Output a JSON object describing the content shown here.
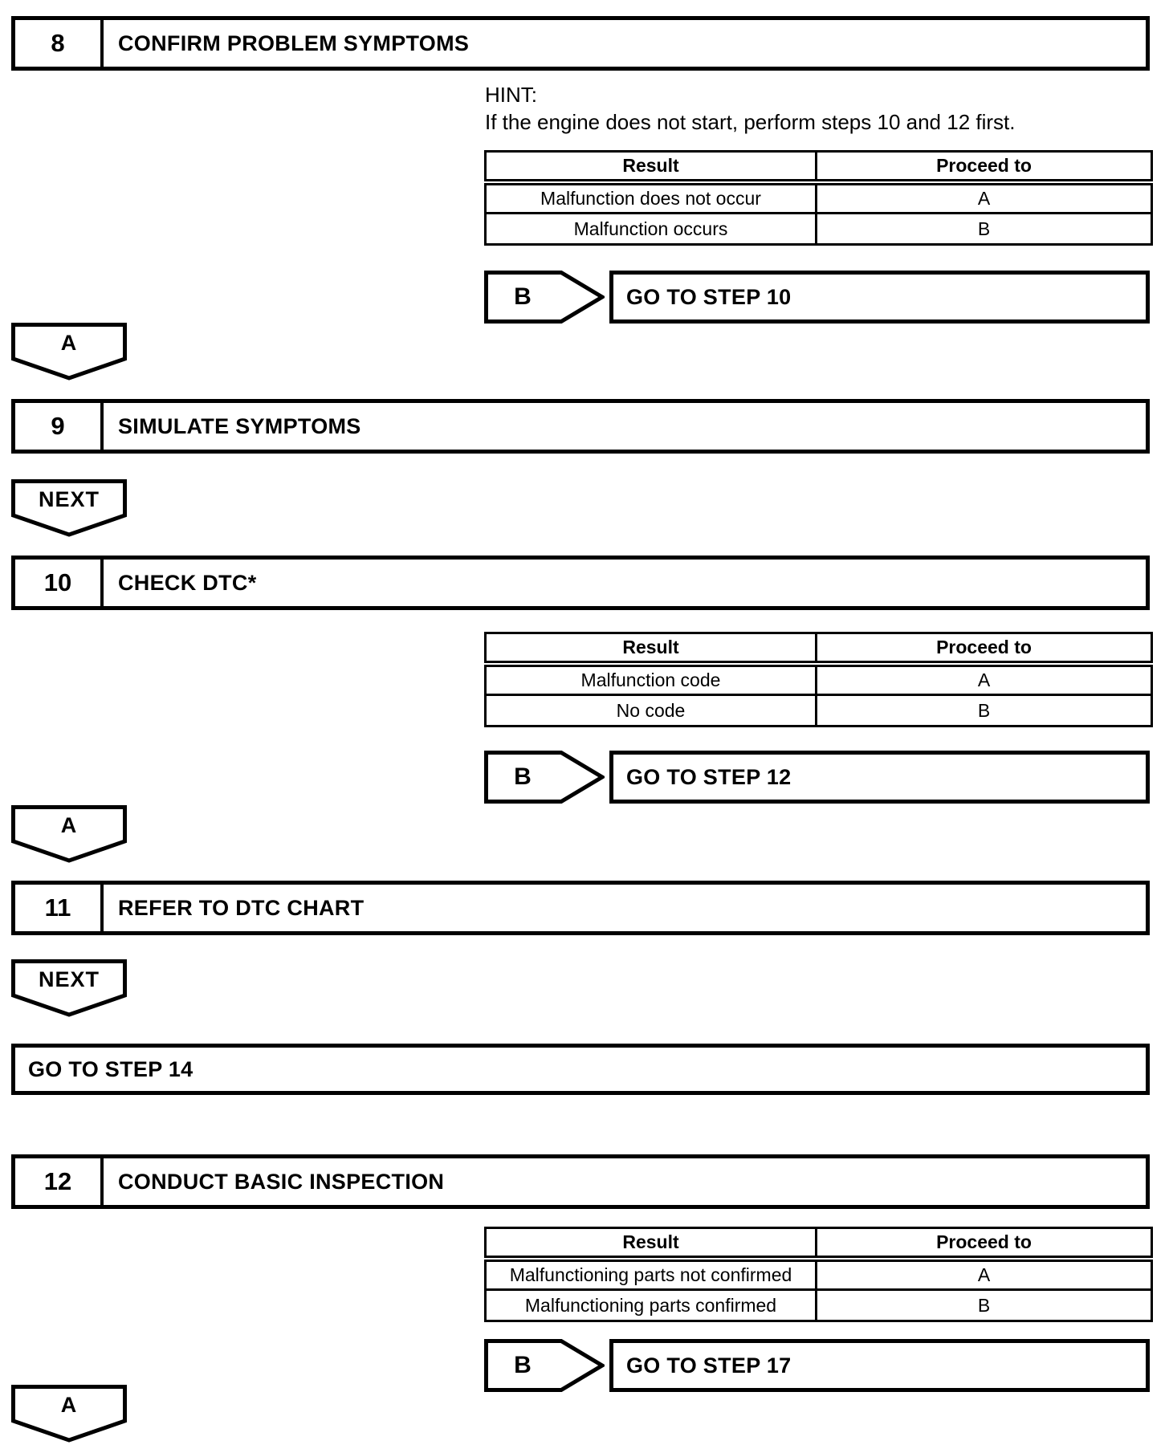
{
  "colors": {
    "ink": "#000000",
    "paper": "#ffffff"
  },
  "doc": {
    "hint_label": "HINT:",
    "hint_text": "If the engine does not start, perform steps 10 and 12 first."
  },
  "labels": {
    "result_header": "Result",
    "proceed_header": "Proceed to"
  },
  "steps": [
    {
      "number": "8",
      "title": "CONFIRM PROBLEM SYMPTOMS"
    },
    {
      "number": "9",
      "title": "SIMULATE SYMPTOMS"
    },
    {
      "number": "10",
      "title": "CHECK DTC*"
    },
    {
      "number": "11",
      "title": "REFER TO DTC CHART"
    },
    {
      "number": "12",
      "title": "CONDUCT BASIC INSPECTION"
    }
  ],
  "result_tables": [
    {
      "rows": [
        {
          "result": "Malfunction does not occur",
          "proceed": "A"
        },
        {
          "result": "Malfunction occurs",
          "proceed": "B"
        }
      ]
    },
    {
      "rows": [
        {
          "result": "Malfunction code",
          "proceed": "A"
        },
        {
          "result": "No code",
          "proceed": "B"
        }
      ]
    },
    {
      "rows": [
        {
          "result": "Malfunctioning parts not confirmed",
          "proceed": "A"
        },
        {
          "result": "Malfunctioning parts confirmed",
          "proceed": "B"
        }
      ]
    }
  ],
  "branch_arrows": [
    {
      "letter": "B",
      "target": "GO TO STEP 10"
    },
    {
      "letter": "B",
      "target": "GO TO STEP 12"
    },
    {
      "letter": "B",
      "target": "GO TO STEP 17"
    }
  ],
  "connectors": [
    {
      "label": "A"
    },
    {
      "label": "NEXT"
    },
    {
      "label": "A"
    },
    {
      "label": "NEXT"
    },
    {
      "label": "A"
    }
  ],
  "goto_box": {
    "label": "GO TO STEP 14"
  }
}
